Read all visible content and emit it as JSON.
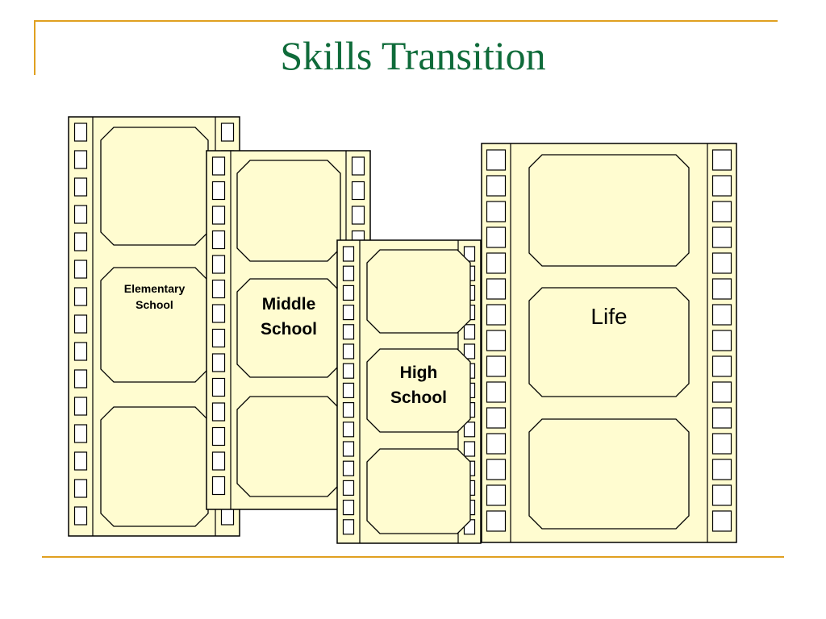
{
  "slide": {
    "title": "Skills Transition",
    "colors": {
      "accent_rule": "#e0a020",
      "title": "#0f6b3a",
      "film_fill": "#fffcd0",
      "film_stroke": "#000000"
    }
  },
  "diagram": {
    "strips": [
      {
        "id": "elementary",
        "lines": [
          "Elementary",
          "School"
        ],
        "bold": true
      },
      {
        "id": "middle",
        "lines": [
          "Middle",
          "School"
        ],
        "bold": true
      },
      {
        "id": "high",
        "lines": [
          "High",
          "School"
        ],
        "bold": true
      },
      {
        "id": "life",
        "lines": [
          "Life"
        ],
        "bold": false
      }
    ]
  }
}
